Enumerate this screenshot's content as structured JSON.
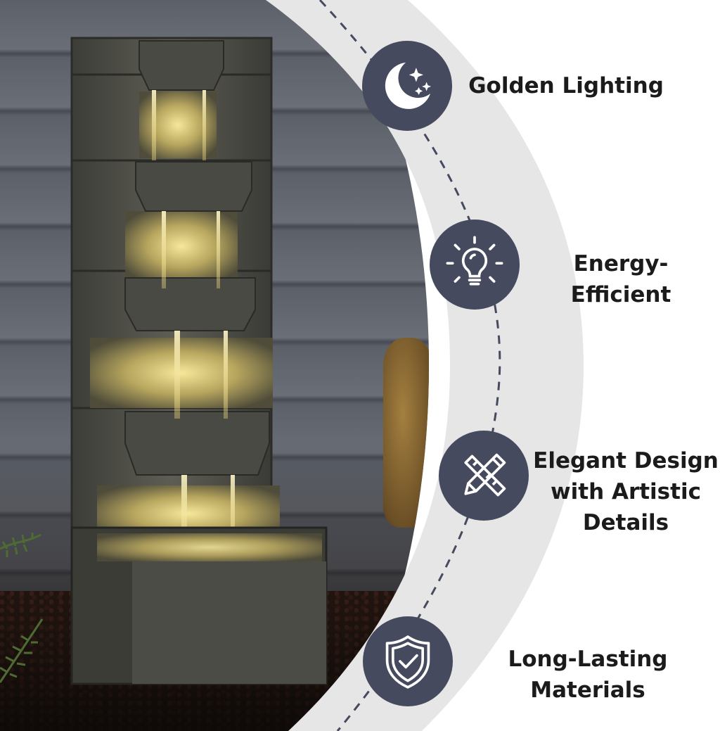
{
  "features": [
    {
      "label": "Golden Lighting",
      "icon": "moon-stars-icon"
    },
    {
      "label": "Energy-Efficient",
      "icon": "light-bulb-icon"
    },
    {
      "label": "Elegant Design\nwith Artistic\nDetails",
      "icon": "pencil-ruler-icon"
    },
    {
      "label": "Long-Lasting Materials",
      "icon": "shield-check-icon"
    }
  ],
  "colors": {
    "icon_circle": "#464a5e",
    "band": "#e6e6e6",
    "text": "#1b1b1b",
    "dashed_line": "#464a5e"
  }
}
